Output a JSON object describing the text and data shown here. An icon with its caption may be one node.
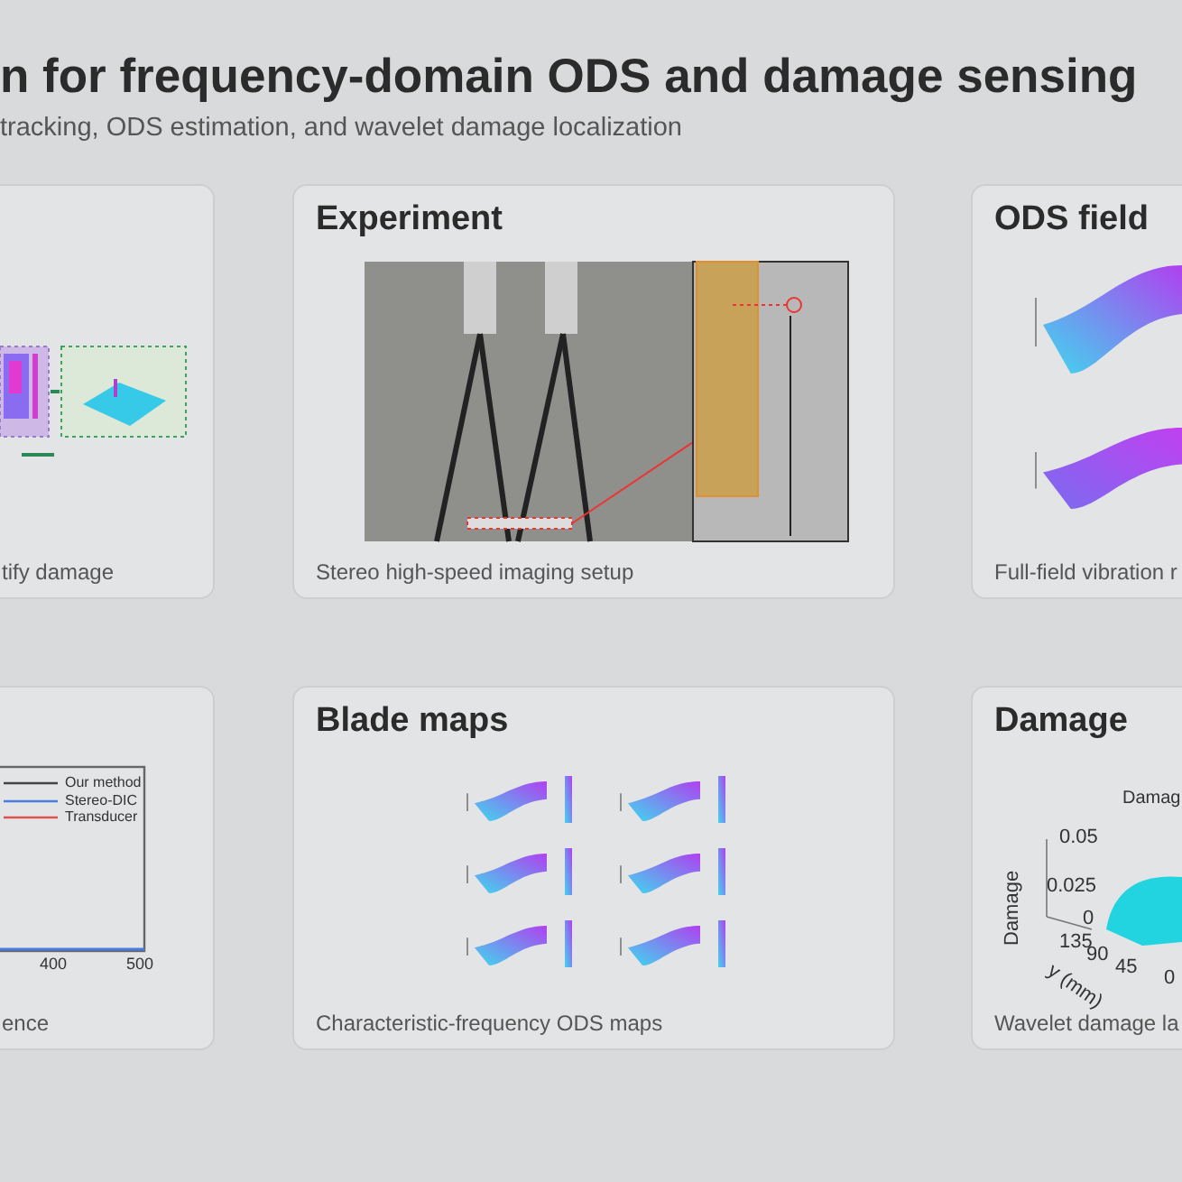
{
  "diagram": {
    "title": "n for frequency-domain ODS and damage sensing",
    "caption": "tracking, ODS estimation, and wavelet damage localization",
    "nodes": [
      {
        "text": [
          "tify damage"
        ]
      },
      {
        "text": [
          "Experiment",
          "Stereo high-speed imaging setup"
        ]
      },
      {
        "text": [
          "ODS field",
          "Full-field vibration r"
        ]
      },
      {
        "text": [
          "ence"
        ]
      },
      {
        "text": [
          "Blade maps",
          "Characteristic-frequency ODS maps"
        ]
      },
      {
        "text": [
          "Damage",
          "Wavelet damage la"
        ]
      }
    ],
    "labels": [
      "400",
      "500",
      "Damag",
      "0.05",
      "0.025",
      "0",
      "Damage",
      "135",
      "90",
      "45",
      "0",
      "y (mm)"
    ],
    "legend": [
      {
        "text": "Our method"
      },
      {
        "text": "Stereo-DIC"
      },
      {
        "text": "Transducer"
      }
    ]
  }
}
